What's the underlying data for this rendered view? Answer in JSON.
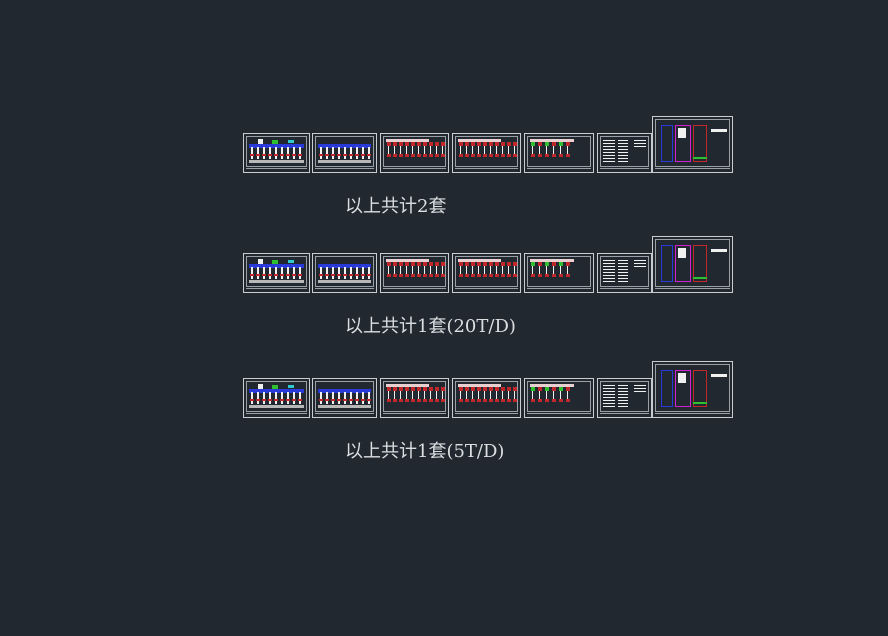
{
  "canvas": {
    "background": "#212830"
  },
  "groups": [
    {
      "label": "以上共计2套"
    },
    {
      "label": "以上共计1套(20T/D)"
    },
    {
      "label": "以上共计1套(5T/D)"
    }
  ],
  "colors": {
    "frame": "#c8ccd0",
    "red": "#c0262a",
    "white": "#f0f0f0",
    "green": "#2fc02f",
    "blue": "#2a3ad8",
    "magenta": "#d020d0",
    "cyan": "#30c8d0"
  }
}
